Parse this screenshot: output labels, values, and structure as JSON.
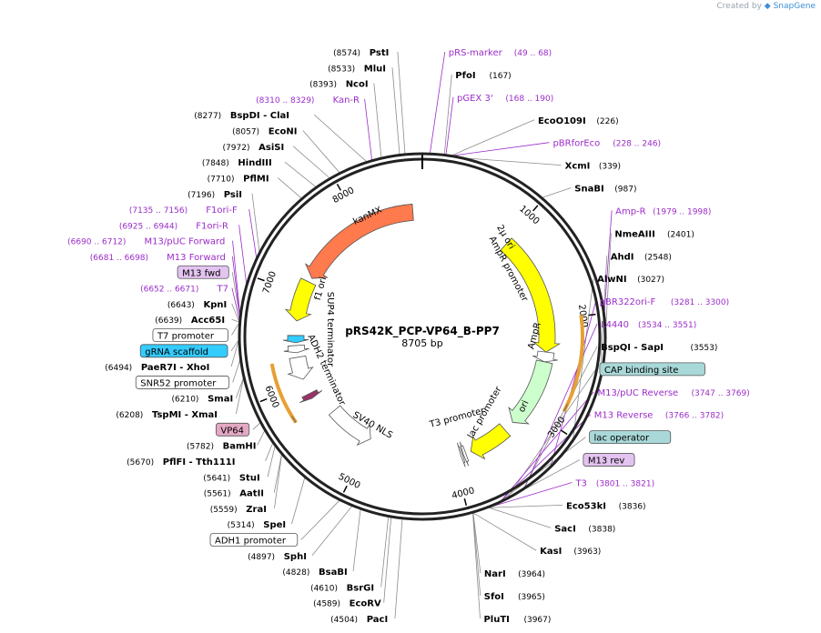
{
  "credit": {
    "prefix": "Created by",
    "brand": "SnapGene"
  },
  "plasmid": {
    "name": "pRS42K_PCP-VP64_B-PP7",
    "length": "8705 bp",
    "total_bp": 8705
  },
  "colors": {
    "enzyme": "#000000",
    "primer": "#9b2cc9",
    "leader": "#8c8c8c",
    "yellow": "#ffff00",
    "orange": "#ff7a4d",
    "green": "#ccffcc",
    "maroon": "#993366",
    "cyan": "#33ccff",
    "white": "#ffffff"
  },
  "ticks": [
    "1000",
    "2000",
    "3000",
    "4000",
    "5000",
    "6000",
    "7000",
    "8000"
  ],
  "features": [
    {
      "name": "2μ ori",
      "start": 1020,
      "end": 2350,
      "dir": 1,
      "color": "#ffff00"
    },
    {
      "name": "AmpR promoter",
      "start": 2350,
      "end": 2460,
      "dir": 1,
      "color": "#ffffff"
    },
    {
      "name": "AmpR",
      "start": 2460,
      "end": 3230,
      "dir": 1,
      "color": "#ccffcc"
    },
    {
      "name": "ori",
      "start": 3350,
      "end": 3800,
      "dir": 1,
      "color": "#ffff00"
    },
    {
      "name": "lac promoter",
      "start": 3860,
      "end": 3890,
      "dir": 1,
      "color": "#ffffff"
    },
    {
      "name": "T3 promoter",
      "start": 3900,
      "end": 3920,
      "dir": 1,
      "color": "#ffffff"
    },
    {
      "name": "SV40 NLS",
      "start": 5000,
      "end": 5560,
      "dir": -1,
      "color": "#ffffff"
    },
    {
      "name": "VP64",
      "start": 5820,
      "end": 5880,
      "dir": -1,
      "color": "#993366"
    },
    {
      "name": "ADH2 terminator",
      "start": 6050,
      "end": 6300,
      "dir": -1,
      "color": "#ffffff"
    },
    {
      "name": "SUP4 terminator",
      "start": 6350,
      "end": 6430,
      "dir": -1,
      "color": "#ffffff"
    },
    {
      "name": "gRNA scaffold",
      "start": 6460,
      "end": 6540,
      "dir": -1,
      "color": "#33ccff"
    },
    {
      "name": "f1 ori",
      "start": 6700,
      "end": 7150,
      "dir": -1,
      "color": "#ffff00"
    },
    {
      "name": "kanMX",
      "start": 7200,
      "end": 8600,
      "dir": -1,
      "color": "#ff7a4d"
    }
  ],
  "feature_labels": [
    "2μ ori",
    "AmpR promoter",
    "AmpR",
    "ori",
    "lac promoter",
    "T3 promoter",
    "SV40 NLS",
    "ADH2 terminator",
    "SUP4 terminator",
    "f1 ori",
    "kanMX"
  ],
  "outer_arcs": [
    {
      "name": "Kan-R",
      "start": 7720,
      "end": 8500,
      "dir": -1,
      "color": "#33cc33"
    },
    {
      "name": "Amp-R",
      "start": 1990,
      "end": 2850,
      "dir": 1,
      "color": "#e6a033"
    },
    {
      "name": "promoter",
      "start": 5700,
      "end": 6280,
      "dir": -1,
      "color": "#e6a033"
    }
  ],
  "left_labels": [
    {
      "num": "(8574)",
      "name": "PstI",
      "pos": 8574,
      "type": "enzyme"
    },
    {
      "num": "(8533)",
      "name": "MluI",
      "pos": 8533,
      "type": "enzyme"
    },
    {
      "num": "(8393)",
      "name": "NcoI",
      "pos": 8393,
      "type": "enzyme"
    },
    {
      "num": "(8310 .. 8329)",
      "name": "Kan-R",
      "pos": 8320,
      "type": "primer"
    },
    {
      "num": "(8277)",
      "name": "BspDI  - ClaI",
      "pos": 8277,
      "type": "enzyme"
    },
    {
      "num": "(8057)",
      "name": "EcoNI",
      "pos": 8057,
      "type": "enzyme"
    },
    {
      "num": "(7972)",
      "name": "AsiSI",
      "pos": 7972,
      "type": "enzyme"
    },
    {
      "num": "(7848)",
      "name": "HindIII",
      "pos": 7848,
      "type": "enzyme"
    },
    {
      "num": "(7710)",
      "name": "PflMI",
      "pos": 7710,
      "type": "enzyme"
    },
    {
      "num": "(7196)",
      "name": "PsiI",
      "pos": 7196,
      "type": "enzyme"
    },
    {
      "num": "(7135 .. 7156)",
      "name": "F1ori-F",
      "pos": 7145,
      "type": "primer"
    },
    {
      "num": "(6925 .. 6944)",
      "name": "F1ori-R",
      "pos": 6935,
      "type": "primer"
    },
    {
      "num": "(6690 .. 6712)",
      "name": "M13/pUC Forward",
      "pos": 6700,
      "type": "primer"
    },
    {
      "num": "(6681 .. 6698)",
      "name": "M13 Forward",
      "pos": 6690,
      "type": "primer"
    },
    {
      "num": "",
      "name": "M13 fwd",
      "pos": 6685,
      "type": "box",
      "bg": "#e3c3f0"
    },
    {
      "num": "(6652 .. 6671)",
      "name": "T7",
      "pos": 6660,
      "type": "primer"
    },
    {
      "num": "",
      "name": "T7 promoter",
      "pos": 6630,
      "type": "box",
      "bg": "#ffffff"
    },
    {
      "num": "(6643)",
      "name": "KpnI",
      "pos": 6643,
      "type": "enzyme"
    },
    {
      "num": "(6639)",
      "name": "Acc65I",
      "pos": 6639,
      "type": "enzyme"
    },
    {
      "num": "",
      "name": "gRNA scaffold",
      "pos": 6500,
      "type": "box",
      "bg": "#33ccff"
    },
    {
      "num": "(6494)",
      "name": "PaeR7I  - XhoI",
      "pos": 6494,
      "type": "enzyme"
    },
    {
      "num": "",
      "name": "SNR52 promoter",
      "pos": 6350,
      "type": "box",
      "bg": "#ffffff"
    },
    {
      "num": "(6210)",
      "name": "SmaI",
      "pos": 6210,
      "type": "enzyme"
    },
    {
      "num": "(6208)",
      "name": "TspMI  - XmaI",
      "pos": 6208,
      "type": "enzyme"
    },
    {
      "num": "",
      "name": "VP64",
      "pos": 5850,
      "type": "box",
      "bg": "#e3a8c4"
    },
    {
      "num": "(5782)",
      "name": "BamHI",
      "pos": 5782,
      "type": "enzyme"
    },
    {
      "num": "(5670)",
      "name": "PflFI  - Tth111I",
      "pos": 5670,
      "type": "enzyme"
    },
    {
      "num": "(5641)",
      "name": "StuI",
      "pos": 5641,
      "type": "enzyme"
    },
    {
      "num": "(5561)",
      "name": "AatII",
      "pos": 5561,
      "type": "enzyme"
    },
    {
      "num": "(5559)",
      "name": "ZraI",
      "pos": 5559,
      "type": "enzyme"
    },
    {
      "num": "(5314)",
      "name": "SpeI",
      "pos": 5314,
      "type": "enzyme"
    },
    {
      "num": "",
      "name": "ADH1 promoter",
      "pos": 5000,
      "type": "box",
      "bg": "#ffffff"
    },
    {
      "num": "(4897)",
      "name": "SphI",
      "pos": 4897,
      "type": "enzyme"
    },
    {
      "num": "(4828)",
      "name": "BsaBI",
      "pos": 4828,
      "type": "enzyme"
    },
    {
      "num": "(4610)",
      "name": "BsrGI",
      "pos": 4610,
      "type": "enzyme"
    },
    {
      "num": "(4589)",
      "name": "EcoRV",
      "pos": 4589,
      "type": "enzyme"
    },
    {
      "num": "(4504)",
      "name": "PacI",
      "pos": 4504,
      "type": "enzyme"
    }
  ],
  "right_labels": [
    {
      "num": "(49 .. 68)",
      "name": "pRS-marker",
      "pos": 58,
      "type": "primer"
    },
    {
      "num": "(167)",
      "name": "PfoI",
      "pos": 167,
      "type": "enzyme"
    },
    {
      "num": "(168 .. 190)",
      "name": "pGEX 3'",
      "pos": 179,
      "type": "primer"
    },
    {
      "num": "(226)",
      "name": "EcoO109I",
      "pos": 226,
      "type": "enzyme"
    },
    {
      "num": "(228 .. 246)",
      "name": "pBRforEco",
      "pos": 237,
      "type": "primer"
    },
    {
      "num": "(339)",
      "name": "XcmI",
      "pos": 339,
      "type": "enzyme"
    },
    {
      "num": "(987)",
      "name": "SnaBI",
      "pos": 987,
      "type": "enzyme"
    },
    {
      "num": "(1979 .. 1998)",
      "name": "Amp-R",
      "pos": 1988,
      "type": "primer"
    },
    {
      "num": "(2401)",
      "name": "NmeAIII",
      "pos": 2401,
      "type": "enzyme"
    },
    {
      "num": "(2548)",
      "name": "AhdI",
      "pos": 2548,
      "type": "enzyme"
    },
    {
      "num": "(3027)",
      "name": "AlwNI",
      "pos": 3027,
      "type": "enzyme"
    },
    {
      "num": "(3281 .. 3300)",
      "name": "pBR322ori-F",
      "pos": 3290,
      "type": "primer"
    },
    {
      "num": "(3534 .. 3551)",
      "name": "L4440",
      "pos": 3542,
      "type": "primer"
    },
    {
      "num": "(3553)",
      "name": "BspQI  - SapI",
      "pos": 3553,
      "type": "enzyme"
    },
    {
      "num": "",
      "name": "CAP binding site",
      "pos": 3700,
      "type": "box",
      "bg": "#a9d8d8"
    },
    {
      "num": "(3747 .. 3769)",
      "name": "M13/pUC Reverse",
      "pos": 3758,
      "type": "primer"
    },
    {
      "num": "",
      "name": "lac operator",
      "pos": 3790,
      "type": "box",
      "bg": "#a9d8d8"
    },
    {
      "num": "(3766 .. 3782)",
      "name": "M13 Reverse",
      "pos": 3774,
      "type": "primer"
    },
    {
      "num": "",
      "name": "M13 rev",
      "pos": 3790,
      "type": "box",
      "bg": "#e3c3f0"
    },
    {
      "num": "(3801 .. 3821)",
      "name": "T3",
      "pos": 3811,
      "type": "primer"
    },
    {
      "num": "(3836)",
      "name": "Eco53kI",
      "pos": 3836,
      "type": "enzyme"
    },
    {
      "num": "(3838)",
      "name": "SacI",
      "pos": 3838,
      "type": "enzyme"
    },
    {
      "num": "(3963)",
      "name": "KasI",
      "pos": 3963,
      "type": "enzyme"
    },
    {
      "num": "(3964)",
      "name": "NarI",
      "pos": 3964,
      "type": "enzyme"
    },
    {
      "num": "(3965)",
      "name": "SfoI",
      "pos": 3965,
      "type": "enzyme"
    },
    {
      "num": "(3967)",
      "name": "PluTI",
      "pos": 3967,
      "type": "enzyme"
    }
  ]
}
